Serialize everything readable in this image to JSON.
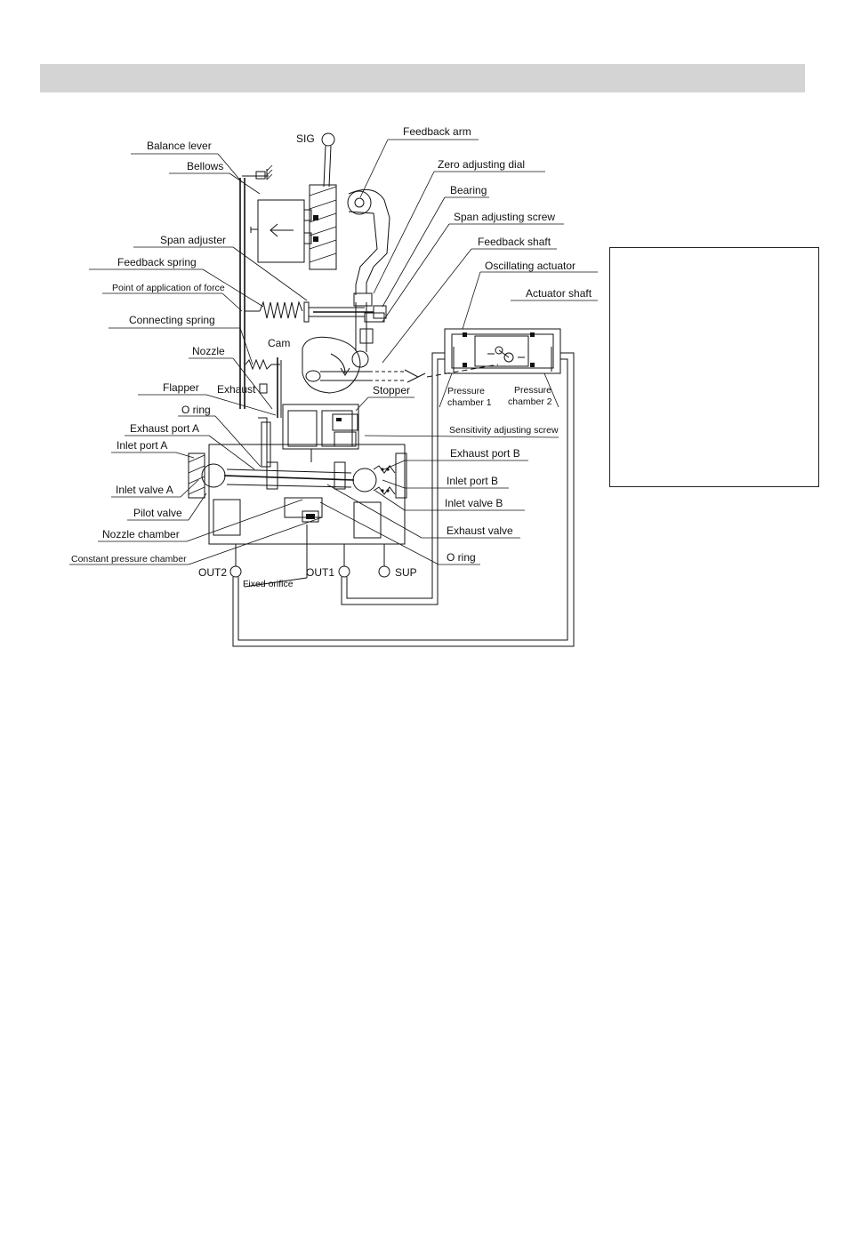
{
  "labels": {
    "sig": "SIG",
    "balance_lever": "Balance lever",
    "bellows": "Bellows",
    "span_adjuster": "Span adjuster",
    "feedback_spring": "Feedback spring",
    "point_of_application": "Point of application of force",
    "connecting_spring": "Connecting spring",
    "nozzle": "Nozzle",
    "flapper": "Flapper",
    "exhaust": "Exhaust",
    "o_ring_top": "O ring",
    "exhaust_port_a": "Exhaust port A",
    "inlet_port_a": "Inlet port A",
    "inlet_valve_a": "Inlet valve A",
    "pilot_valve": "Pilot valve",
    "nozzle_chamber": "Nozzle chamber",
    "constant_pressure_chamber": "Constant pressure chamber",
    "out2": "OUT2",
    "fixed_orifice": "Fixed orifice",
    "out1": "OUT1",
    "sup": "SUP",
    "feedback_arm": "Feedback arm",
    "zero_adjusting_dial": "Zero adjusting dial",
    "bearing": "Bearing",
    "span_adjusting_screw": "Span adjusting screw",
    "feedback_shaft": "Feedback shaft",
    "cam": "Cam",
    "stopper": "Stopper",
    "oscillating_actuator": "Oscillating actuator",
    "actuator_shaft": "Actuator shaft",
    "pressure_chamber_1_a": "Pressure",
    "pressure_chamber_1_b": "chamber 1",
    "pressure_chamber_2_a": "Pressure",
    "pressure_chamber_2_b": "chamber 2",
    "sensitivity_adjusting_screw": "Sensitivity adjusting screw",
    "exhaust_port_b": "Exhaust port B",
    "inlet_port_b": "Inlet port B",
    "inlet_valve_b": "Inlet valve B",
    "exhaust_valve": "Exhaust valve",
    "o_ring_bottom": "O ring"
  }
}
